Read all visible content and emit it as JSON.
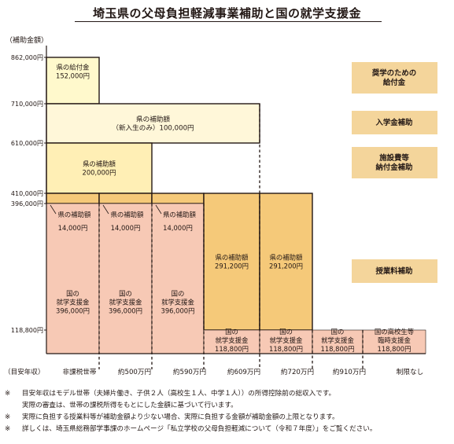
{
  "title": "埼玉県の父母負担軽減事業補助と国の就学支援金",
  "chart_data": {
    "type": "stacked-bar",
    "ylabel": "（補助金額）",
    "xlabel": "（目安年収）",
    "y_ticks": [
      {
        "value": 862000,
        "label": "862,000円"
      },
      {
        "value": 710000,
        "label": "710,000円"
      },
      {
        "value": 610000,
        "label": "610,000円"
      },
      {
        "value": 410000,
        "label": "410,000円"
      },
      {
        "value": 396000,
        "label": "396,000円"
      },
      {
        "value": 118800,
        "label": "118,800円"
      }
    ],
    "x_labels": [
      "非課税世帯",
      "約500万円",
      "約590万円",
      "約609万円",
      "約720万円",
      "約910万円",
      "制限なし"
    ],
    "blocks": [
      {
        "label": "県の給付金",
        "amount": "152,000円",
        "y0": 710000,
        "y1": 862000,
        "col0": 0,
        "col1": 1,
        "kind": "grant"
      },
      {
        "label": "県の補助額\n（新入生のみ）100,000円",
        "y0": 610000,
        "y1": 710000,
        "col0": 0,
        "col1": 4,
        "kind": "entrance"
      },
      {
        "label": "県の補助額",
        "amount": "200,000円",
        "y0": 410000,
        "y1": 610000,
        "col0": 0,
        "col1": 2,
        "kind": "facility"
      },
      {
        "label": "県の補助額",
        "amount": "14,000円",
        "y0": 396000,
        "y1": 410000,
        "col0": 0,
        "col1": 1,
        "kind": "tuition-pref"
      },
      {
        "label": "県の補助額",
        "amount": "14,000円",
        "y0": 396000,
        "y1": 410000,
        "col0": 1,
        "col1": 2,
        "kind": "tuition-pref"
      },
      {
        "label": "県の補助額",
        "amount": "14,000円",
        "y0": 396000,
        "y1": 410000,
        "col0": 2,
        "col1": 3,
        "kind": "tuition-pref"
      },
      {
        "label": "国の\n就学支援金",
        "amount": "396,000円",
        "y0": 0,
        "y1": 396000,
        "col0": 0,
        "col1": 1,
        "kind": "national"
      },
      {
        "label": "国の\n就学支援金",
        "amount": "396,000円",
        "y0": 0,
        "y1": 396000,
        "col0": 1,
        "col1": 2,
        "kind": "national"
      },
      {
        "label": "国の\n就学支援金",
        "amount": "396,000円",
        "y0": 0,
        "y1": 396000,
        "col0": 2,
        "col1": 3,
        "kind": "national"
      },
      {
        "label": "県の補助額",
        "amount": "291,200円",
        "y0": 118800,
        "y1": 410000,
        "col0": 3,
        "col1": 4,
        "kind": "tuition-pref"
      },
      {
        "label": "県の補助額",
        "amount": "291,200円",
        "y0": 118800,
        "y1": 410000,
        "col0": 4,
        "col1": 5,
        "kind": "tuition-pref"
      },
      {
        "label": "国の\n就学支援金",
        "amount": "118,800円",
        "y0": 0,
        "y1": 118800,
        "col0": 3,
        "col1": 4,
        "kind": "national"
      },
      {
        "label": "国の\n就学支援金",
        "amount": "118,800円",
        "y0": 0,
        "y1": 118800,
        "col0": 4,
        "col1": 5,
        "kind": "national"
      },
      {
        "label": "国の\n就学支援金",
        "amount": "118,800円",
        "y0": 0,
        "y1": 118800,
        "col0": 5,
        "col1": 6,
        "kind": "national"
      },
      {
        "label": "国の高校生等\n臨時支援金",
        "amount": "118,800円",
        "y0": 0,
        "y1": 118800,
        "col0": 6,
        "col1": 7,
        "kind": "national"
      }
    ],
    "category_labels": [
      {
        "text": "奨学のための\n給付金",
        "kind": "grant"
      },
      {
        "text": "入学金補助",
        "kind": "entrance"
      },
      {
        "text": "施設費等\n納付金補助",
        "kind": "facility"
      },
      {
        "text": "授業料補助",
        "kind": "tuition"
      }
    ],
    "colors": {
      "grant": "#fff9cc",
      "entrance": "#fff7d9",
      "facility": "#ffefb5",
      "tuition_pref": "#f5c979",
      "national": "#f7c9b5",
      "label_box": "#f4d59b",
      "line": "#231815"
    }
  },
  "notes": [
    {
      "mark": "※",
      "text": "目安年収はモデル世帯（夫婦片働き、子供２人（高校生１人、中学１人））の所得控除前の総収入です。"
    },
    {
      "mark": "",
      "text": "実際の審査は、世帯の課税所得をもとにした金額に基づいて行います。"
    },
    {
      "mark": "※",
      "text": "実際に負担する授業料等が補助金額より少ない場合、実際に負担する金額が補助金額の上限となります。"
    },
    {
      "mark": "※",
      "text": "詳しくは、埼玉県総務部学事課のホームページ「私立学校の父母負担軽減について（令和７年度）」をご覧ください。"
    }
  ]
}
